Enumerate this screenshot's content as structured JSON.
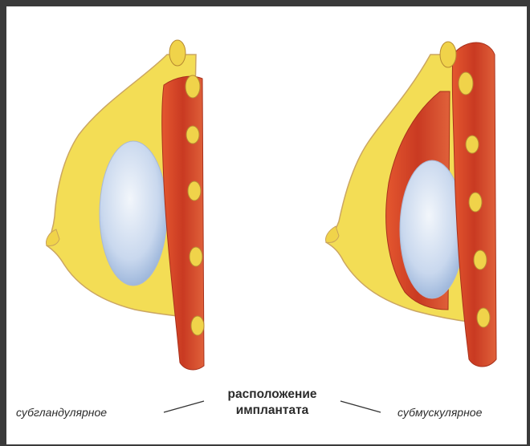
{
  "diagram": {
    "center_label_line1": "расположение",
    "center_label_line2": "имплантата",
    "left_label": "субгландулярное",
    "right_label": "субмускулярное"
  },
  "colors": {
    "frame_background": "#3a3a3a",
    "fat_tissue": "#f3dc4c",
    "muscle": "#d8492b",
    "implant": "#c9d8ee",
    "skin_outline": "#c9a25a"
  },
  "icons": {
    "left_figure": "breast-cross-section-subglandular",
    "right_figure": "breast-cross-section-submuscular"
  }
}
